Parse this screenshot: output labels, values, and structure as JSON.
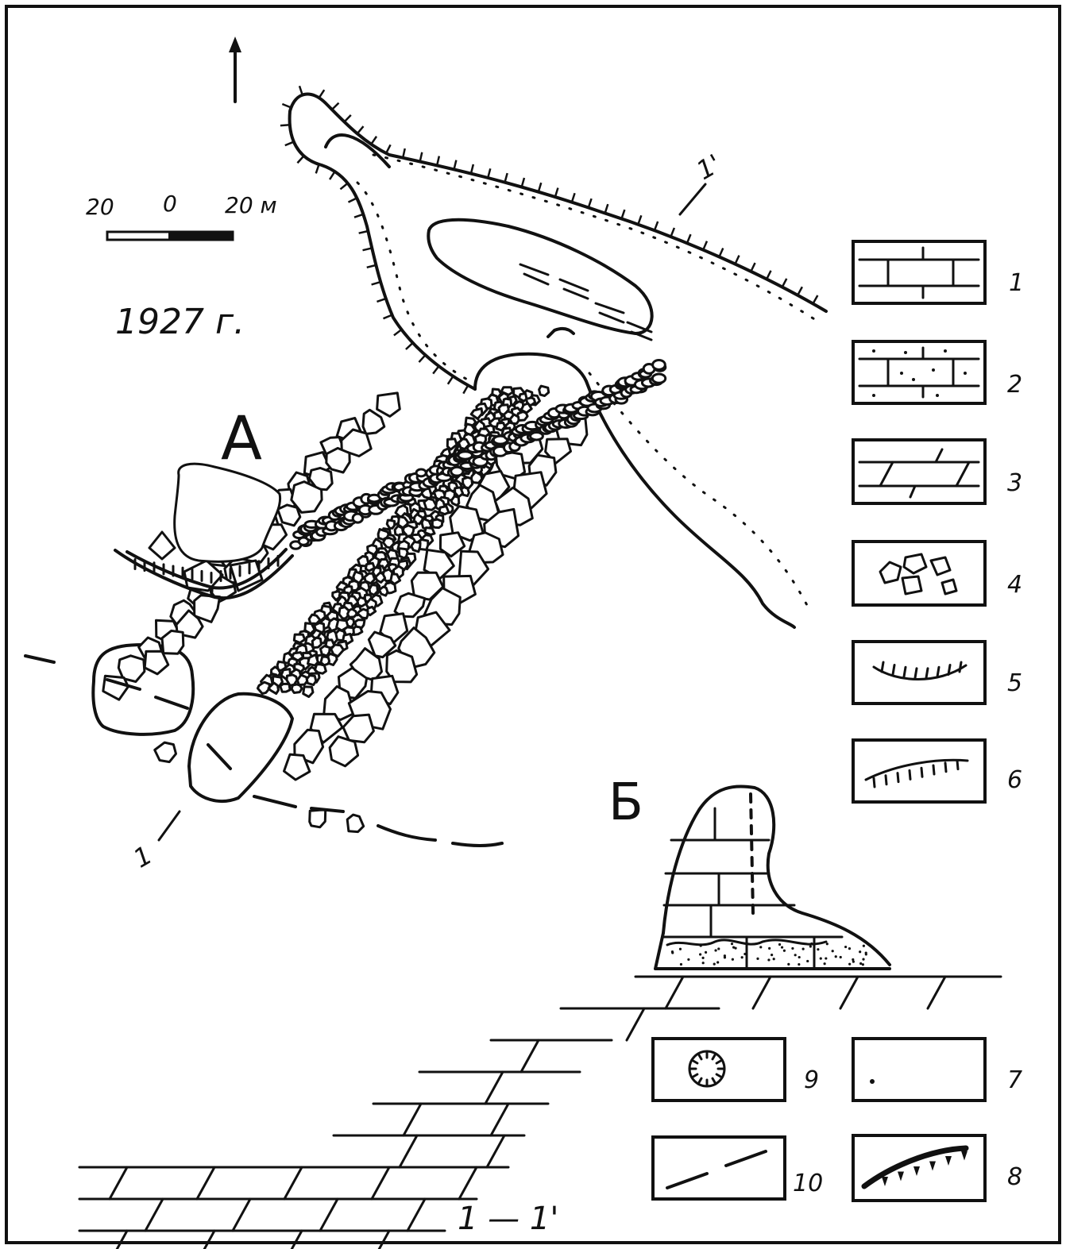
{
  "figure": {
    "panel_a_label": "А",
    "panel_b_label": "Б",
    "year": "1927 г.",
    "scale": {
      "left": "20",
      "zero": "0",
      "right": "20 м"
    },
    "section_line_start": "1",
    "section_line_end": "1'",
    "section_caption": "1 — 1'"
  },
  "legend": [
    {
      "id": "1",
      "label": "1",
      "icon": "limestone-brick-icon"
    },
    {
      "id": "2",
      "label": "2",
      "icon": "sandy-limestone-icon"
    },
    {
      "id": "3",
      "label": "3",
      "icon": "slanted-brick-icon"
    },
    {
      "id": "4",
      "label": "4",
      "icon": "boulders-icon"
    },
    {
      "id": "5",
      "label": "5",
      "icon": "scarp-concave-icon"
    },
    {
      "id": "6",
      "label": "6",
      "icon": "scarp-convex-icon"
    },
    {
      "id": "7",
      "label": "7",
      "icon": "dot-icon"
    },
    {
      "id": "8",
      "label": "8",
      "icon": "scarp-bold-icon"
    },
    {
      "id": "9",
      "label": "9",
      "icon": "funnel-icon"
    },
    {
      "id": "10",
      "label": "10",
      "icon": "dashed-line-icon"
    }
  ]
}
